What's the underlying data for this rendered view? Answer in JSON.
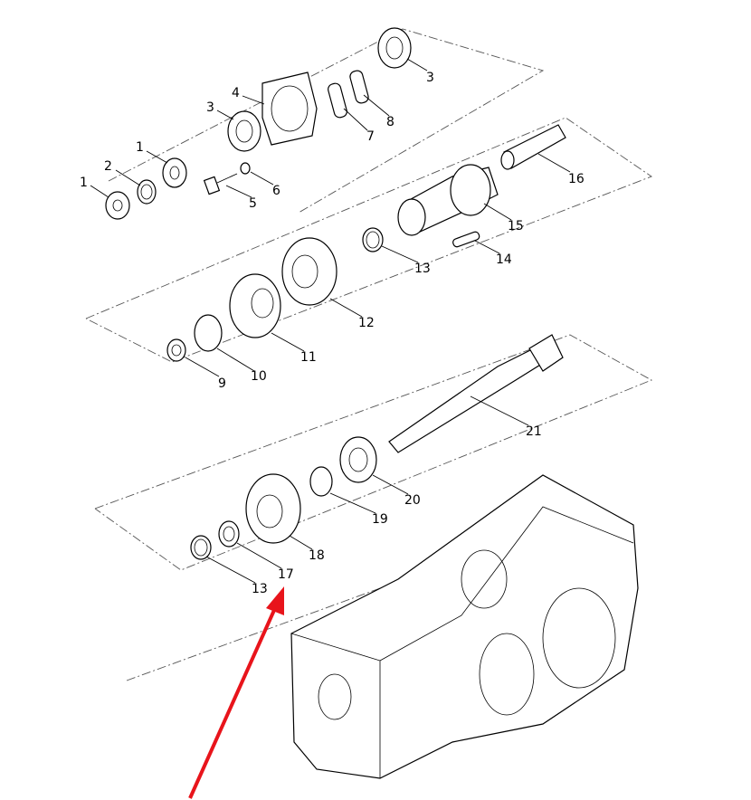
{
  "diagram": {
    "type": "exploded-parts-view",
    "callouts": [
      {
        "id": "c1a",
        "label": "1"
      },
      {
        "id": "c2",
        "label": "2"
      },
      {
        "id": "c1b",
        "label": "1"
      },
      {
        "id": "c3a",
        "label": "3"
      },
      {
        "id": "c4",
        "label": "4"
      },
      {
        "id": "c5",
        "label": "5"
      },
      {
        "id": "c6",
        "label": "6"
      },
      {
        "id": "c3b",
        "label": "3"
      },
      {
        "id": "c8",
        "label": "8"
      },
      {
        "id": "c7",
        "label": "7"
      },
      {
        "id": "c16",
        "label": "16"
      },
      {
        "id": "c15",
        "label": "15"
      },
      {
        "id": "c14",
        "label": "14"
      },
      {
        "id": "c13a",
        "label": "13"
      },
      {
        "id": "c12",
        "label": "12"
      },
      {
        "id": "c11",
        "label": "11"
      },
      {
        "id": "c10",
        "label": "10"
      },
      {
        "id": "c9",
        "label": "9"
      },
      {
        "id": "c21",
        "label": "21"
      },
      {
        "id": "c20",
        "label": "20"
      },
      {
        "id": "c19",
        "label": "19"
      },
      {
        "id": "c18",
        "label": "18"
      },
      {
        "id": "c17",
        "label": "17"
      },
      {
        "id": "c13b",
        "label": "13"
      }
    ],
    "highlight": {
      "target_label": "17",
      "arrow_color": "#e8141b"
    }
  }
}
